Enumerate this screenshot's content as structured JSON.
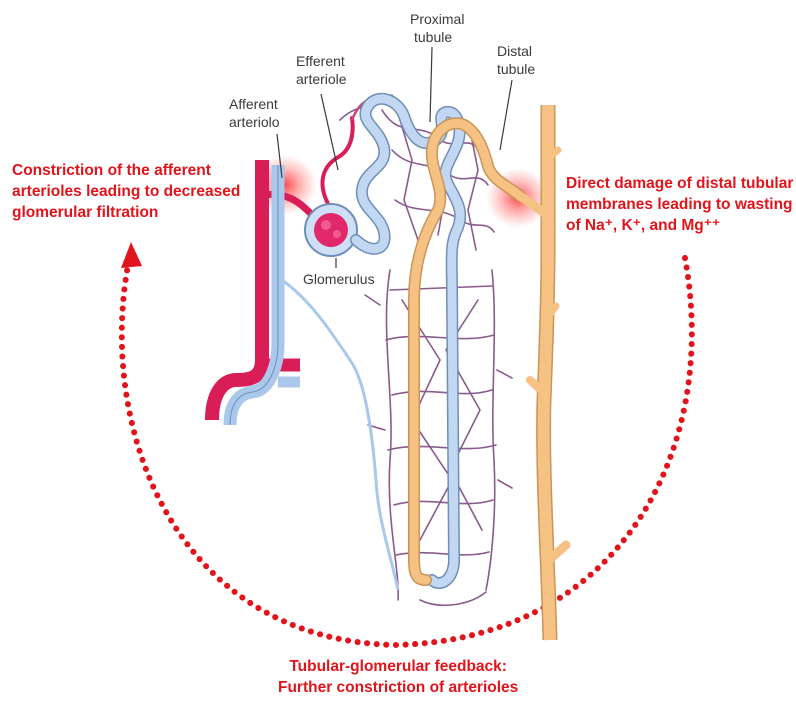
{
  "labels": {
    "afferent": [
      "Afferent",
      "arteriolo"
    ],
    "efferent": [
      "Efferent",
      "arteriole"
    ],
    "proximal": [
      "Proximal",
      "tubule"
    ],
    "distal": [
      "Distal",
      "tubule"
    ],
    "glomerulus": "Glomerulus"
  },
  "annotations": {
    "left": [
      "Constriction of the afferent",
      "arterioles leading to decreased",
      "glomerular filtration"
    ],
    "right": [
      "Direct damage of distal tubular",
      "membranes leading to wasting",
      "of Na⁺, K⁺, and Mg⁺⁺"
    ],
    "bottom": [
      "Tubular-glomerular feedback:",
      "Further constriction of arterioles"
    ]
  },
  "colors": {
    "annotation_red": "#e1141b",
    "artery_red": "#d81d57",
    "vein_blue": "#a9c8ec",
    "tubule_orange": "#f6c283",
    "capillary_purple": "#8b5a8e",
    "label_gray": "#3a3a3a"
  }
}
